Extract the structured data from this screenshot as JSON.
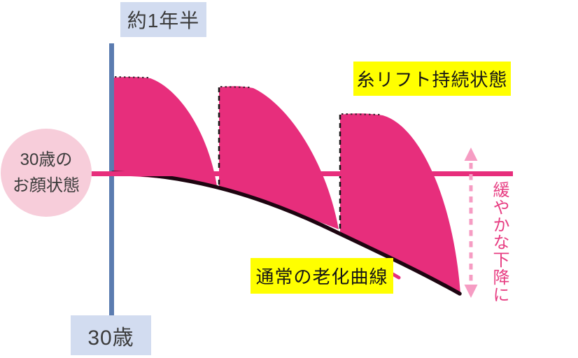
{
  "labels": {
    "duration": "約1年半",
    "age": "30歳",
    "circle_line1": "30歳の",
    "circle_line2": "お顔状態",
    "lift_status": "糸リフト持続状態",
    "aging_curve": "通常の老化曲線",
    "gradual_decline": "緩やかな下降に"
  },
  "colors": {
    "fin_pink": "#e72e7c",
    "baseline_pink": "#e72e7c",
    "arrow_pink": "#f69cc3",
    "decline_text_pink": "#e73d82",
    "circle_fill": "#f7cdda",
    "badge_blue_bg": "#d2dcf0",
    "axis_blue": "#5b7cb0",
    "highlight_yellow": "#ffff00",
    "curve_black": "#1d0510",
    "dash_black": "#171717",
    "text_dark": "#3b3b3b"
  }
}
